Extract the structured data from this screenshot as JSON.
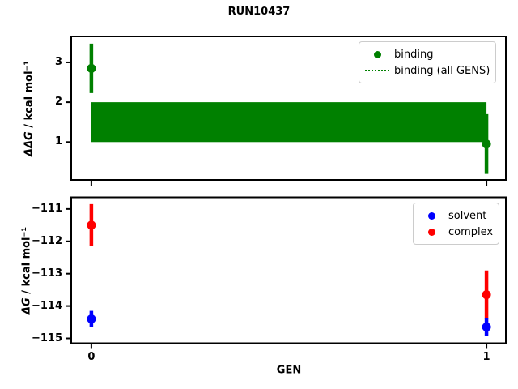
{
  "figure": {
    "title": "RUN10437"
  },
  "colors": {
    "binding": "#008000",
    "solvent": "#0000ff",
    "complex": "#ff0000",
    "axis": "#000000",
    "legend_border": "#cccccc"
  },
  "chart_data": [
    {
      "type": "scatter",
      "title": "RUN10437",
      "xlabel": "",
      "ylabel": "ΔΔG / kcal mol⁻¹",
      "ylabel_sym": "ΔΔG",
      "ylabel_units": " / kcal mol⁻¹",
      "x": [
        0,
        1
      ],
      "xlim": [
        -0.051,
        1.049
      ],
      "ylim": [
        0.05,
        3.65
      ],
      "grid": false,
      "legend_position": "upper right",
      "xticks": {
        "values": [
          0,
          1
        ],
        "labels": [
          "",
          ""
        ]
      },
      "yticks": {
        "values": [
          1,
          2,
          3
        ],
        "labels": [
          "1",
          "2",
          "3"
        ]
      },
      "series": [
        {
          "name": "binding",
          "marker": "circle",
          "color": "#008000",
          "y": [
            2.85,
            0.95
          ],
          "yerr": [
            0.62,
            0.75
          ]
        }
      ],
      "band": {
        "name": "binding (all GENS)",
        "color": "#008000",
        "style": "dotted",
        "x": [
          0,
          1
        ],
        "y_low": 1.0,
        "y_high": 2.0
      },
      "legend": [
        {
          "label": "binding",
          "marker": "dot",
          "color": "#008000"
        },
        {
          "label": "binding (all GENS)",
          "marker": "dotted-line",
          "color": "#008000"
        }
      ]
    },
    {
      "type": "scatter",
      "title": "",
      "xlabel": "GEN",
      "ylabel": "ΔG / kcal mol⁻¹",
      "ylabel_sym": "ΔG",
      "ylabel_units": " / kcal mol⁻¹",
      "x": [
        0,
        1
      ],
      "xlim": [
        -0.051,
        1.049
      ],
      "ylim": [
        -115.15,
        -110.64
      ],
      "grid": false,
      "legend_position": "upper right",
      "xticks": {
        "values": [
          0,
          1
        ],
        "labels": [
          "0",
          "1"
        ]
      },
      "yticks": {
        "values": [
          -111,
          -112,
          -113,
          -114,
          -115
        ],
        "labels": [
          "−111",
          "−112",
          "−113",
          "−114",
          "−115"
        ]
      },
      "series": [
        {
          "name": "solvent",
          "marker": "circle",
          "color": "#0000ff",
          "y": [
            -114.4,
            -114.65
          ],
          "yerr": [
            0.25,
            0.28
          ]
        },
        {
          "name": "complex",
          "marker": "circle",
          "color": "#ff0000",
          "y": [
            -111.5,
            -113.65
          ],
          "yerr": [
            0.65,
            0.75
          ]
        }
      ],
      "legend": [
        {
          "label": "solvent",
          "marker": "dot",
          "color": "#0000ff"
        },
        {
          "label": "complex",
          "marker": "dot",
          "color": "#ff0000"
        }
      ]
    }
  ]
}
